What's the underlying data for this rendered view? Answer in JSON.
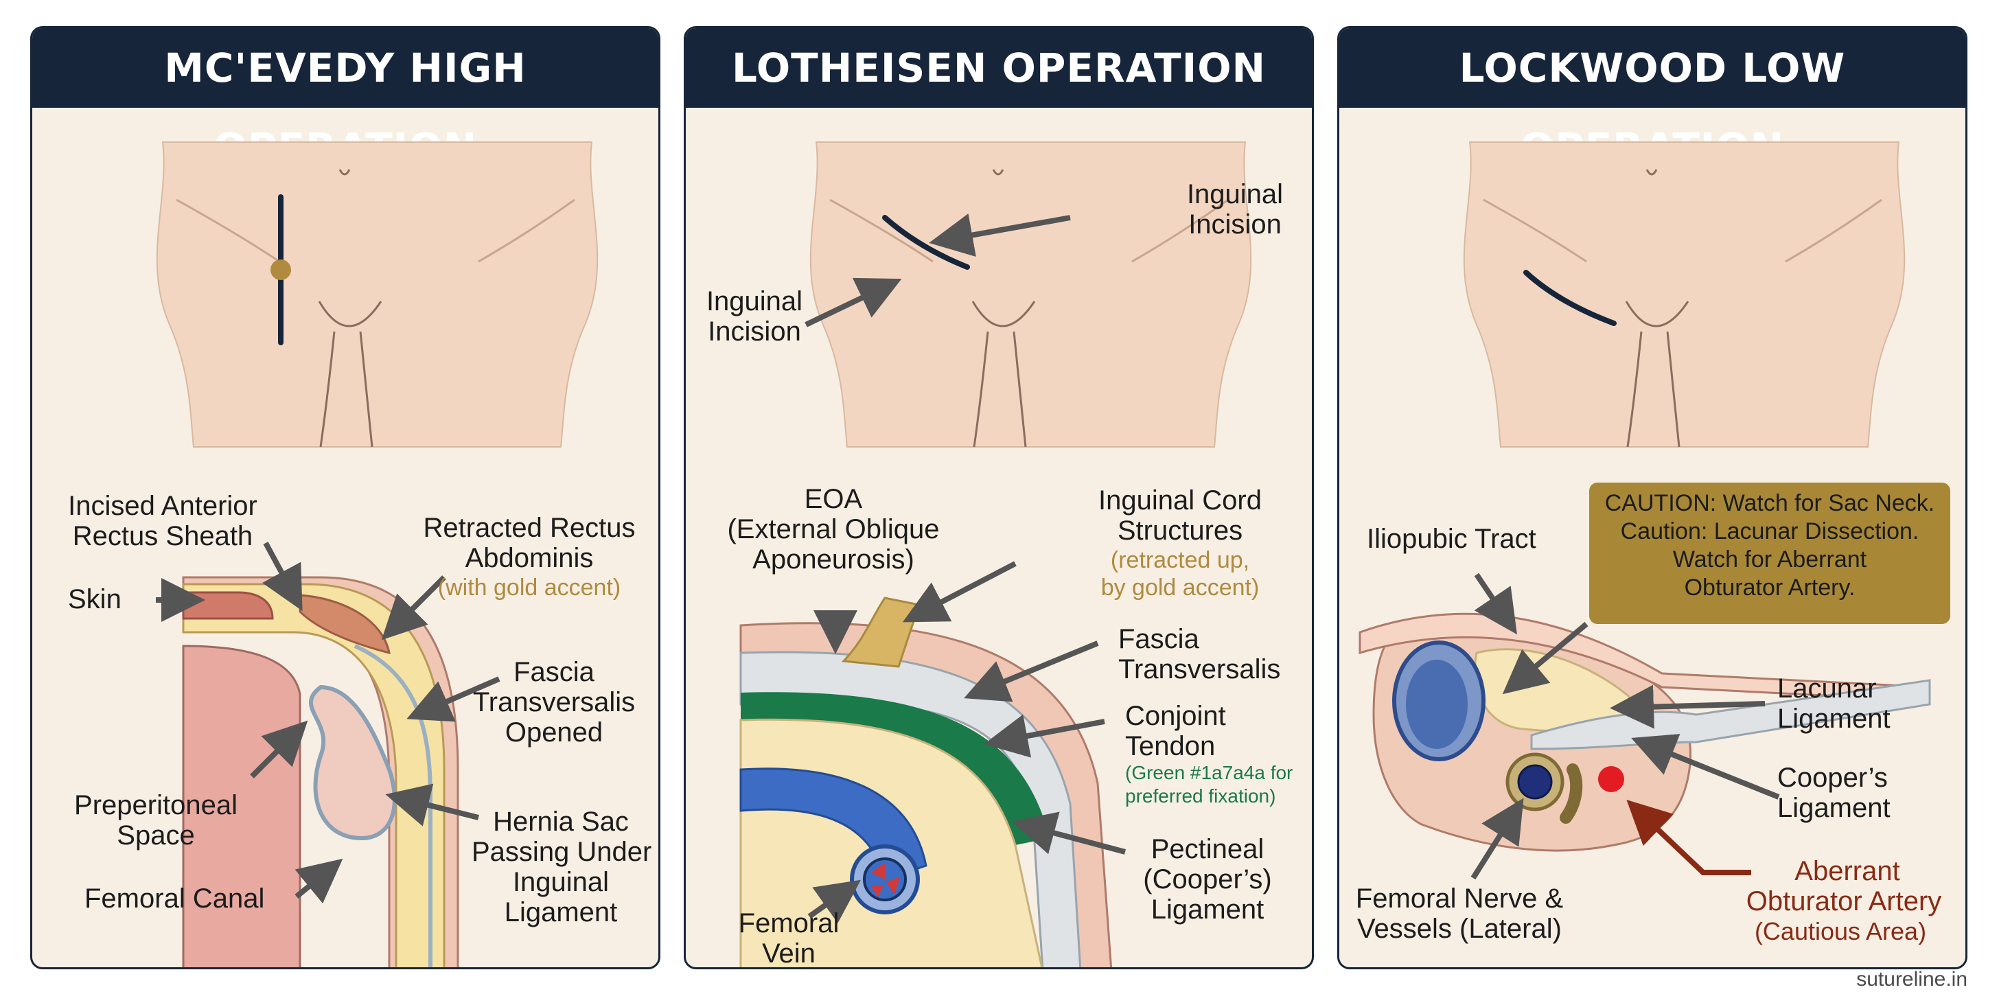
{
  "panels": [
    {
      "title": "MC'EVEDY HIGH OPERATION",
      "labels": {
        "incised_anterior": "Incised Anterior",
        "rectus_sheath": "Rectus Sheath",
        "skin": "Skin",
        "retracted_rectus": "Retracted Rectus",
        "abdominis": "Abdominis",
        "gold_accent": "(with gold accent)",
        "fascia": "Fascia",
        "transversalis": "Transversalis",
        "opened": "Opened",
        "preperitoneal": "Preperitoneal",
        "space": "Space",
        "hernia_sac": "Hernia Sac",
        "passing_under": "Passing Under",
        "inguinal": "Inguinal",
        "ligament": "Ligament",
        "femoral_canal": "Femoral Canal"
      }
    },
    {
      "title": "LOTHEISEN OPERATION",
      "labels": {
        "inguinal_incision_right_1": "Inguinal",
        "inguinal_incision_right_2": "Incision",
        "inguinal_incision_left_1": "Inguinal",
        "inguinal_incision_left_2": "Incision",
        "eoa": "EOA",
        "eoa_full_1": "(External Oblique",
        "eoa_full_2": "Aponeurosis)",
        "cord_1": "Inguinal Cord",
        "cord_2": "Structures",
        "cord_note_1": "(retracted up,",
        "cord_note_2": "by gold accent)",
        "fascia_1": "Fascia",
        "fascia_2": "Transversalis",
        "conjoint_1": "Conjoint",
        "conjoint_2": "Tendon",
        "conjoint_note_1": "(Green #1a7a4a for",
        "conjoint_note_2": "preferred fixation)",
        "pectineal_1": "Pectineal",
        "pectineal_2": "(Cooper’s)",
        "pectineal_3": "Ligament",
        "femoral_vein_1": "Femoral",
        "femoral_vein_2": "Vein"
      }
    },
    {
      "title": "LOCKWOOD LOW OPERATION",
      "labels": {
        "iliopubic": "Iliopubic Tract",
        "caution_1": "CAUTION: Watch for Sac Neck.",
        "caution_2": "Caution: Lacunar Dissection.",
        "caution_3": "Watch for Aberrant",
        "caution_4": "Obturator Artery.",
        "lacunar_1": "Lacunar",
        "lacunar_2": "Ligament",
        "coopers_1": "Cooper’s",
        "coopers_2": "Ligament",
        "femoral_nerve_1": "Femoral Nerve &",
        "femoral_nerve_2": "Vessels (Lateral)",
        "aberrant_1": "Aberrant",
        "aberrant_2": "Obturator Artery",
        "aberrant_3": "(Cautious Area)"
      }
    }
  ],
  "watermark": "sutureline.in",
  "colors": {
    "navy": "#16253a",
    "panel_bg": "#f7efe4",
    "skin": "#f3d6c2",
    "gold": "#b08a3e",
    "green": "#1a7a4a",
    "red_dot": "#e31b23"
  }
}
